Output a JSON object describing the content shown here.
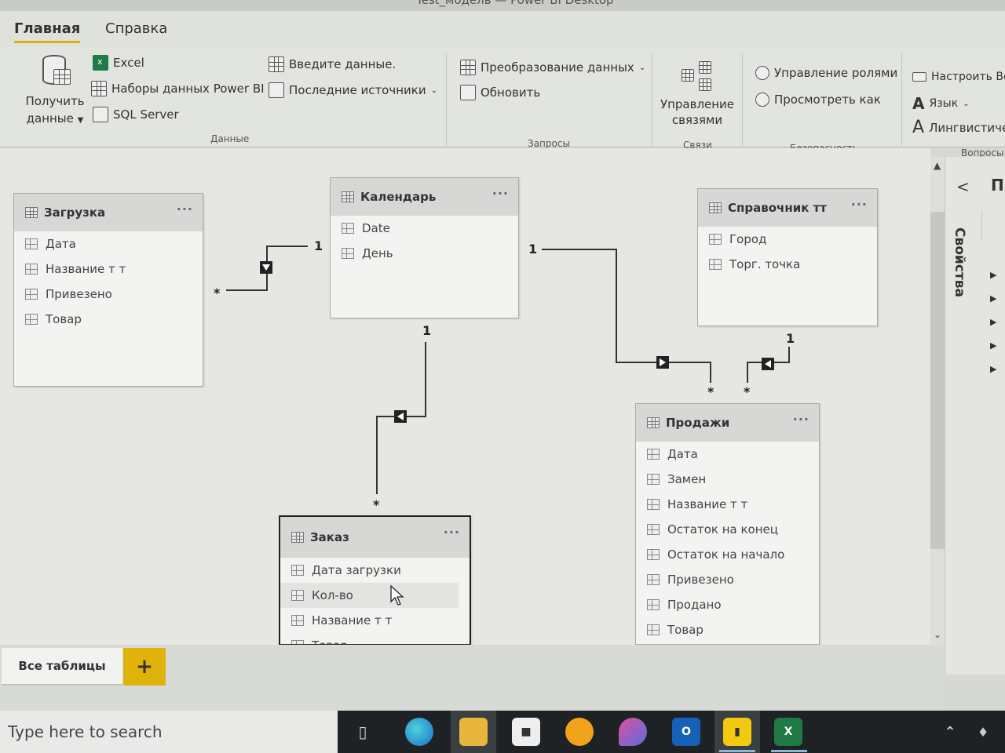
{
  "window": {
    "title": "Test_модель — Power BI Desktop"
  },
  "menu": {
    "tabs": [
      "Главная",
      "Справка"
    ]
  },
  "ribbon": {
    "get_data": {
      "line1": "Получить",
      "line2": "данные"
    },
    "excel": "Excel",
    "datasets": "Наборы данных Power BI",
    "sql": "SQL Server",
    "enter_data": "Введите данные.",
    "recent": "Последние источники",
    "data_group": "Данные",
    "transform": "Преобразование данных",
    "refresh": "Обновить",
    "queries_group": "Запросы",
    "relations": {
      "line1": "Управление",
      "line2": "связями"
    },
    "relations_group": "Связи",
    "manage_roles": "Управление ролями",
    "view_as": "Просмотреть как",
    "security_group": "Безопасность",
    "setup": "Настроить Во",
    "language": "Язык",
    "linguistics": "Лингвистиче",
    "qa_group": "Вопросы"
  },
  "tables": {
    "zagruzka": {
      "name": "Загрузка",
      "fields": [
        "Дата",
        "Название т т",
        "Привезено",
        "Товар"
      ]
    },
    "calendar": {
      "name": "Календарь",
      "fields": [
        "Date",
        "День"
      ]
    },
    "sprav": {
      "name": "Справочник тт",
      "fields": [
        "Город",
        "Торг. точка"
      ]
    },
    "prodazhi": {
      "name": "Продажи",
      "fields": [
        "Дата",
        "Замен",
        "Название т т",
        "Остаток на конец",
        "Остаток на начало",
        "Привезено",
        "Продано",
        "Товар"
      ]
    },
    "zakaz": {
      "name": "Заказ",
      "fields": [
        "Дата загрузки",
        "Кол-во",
        "Название т т",
        "Товар"
      ]
    }
  },
  "cardinality": {
    "one": "1",
    "many": "*"
  },
  "right_panel": {
    "title": "Свойства",
    "header": "П"
  },
  "bottom": {
    "all_tables": "Все таблицы",
    "add": "+"
  },
  "taskbar": {
    "search_placeholder": "Type here to search"
  }
}
